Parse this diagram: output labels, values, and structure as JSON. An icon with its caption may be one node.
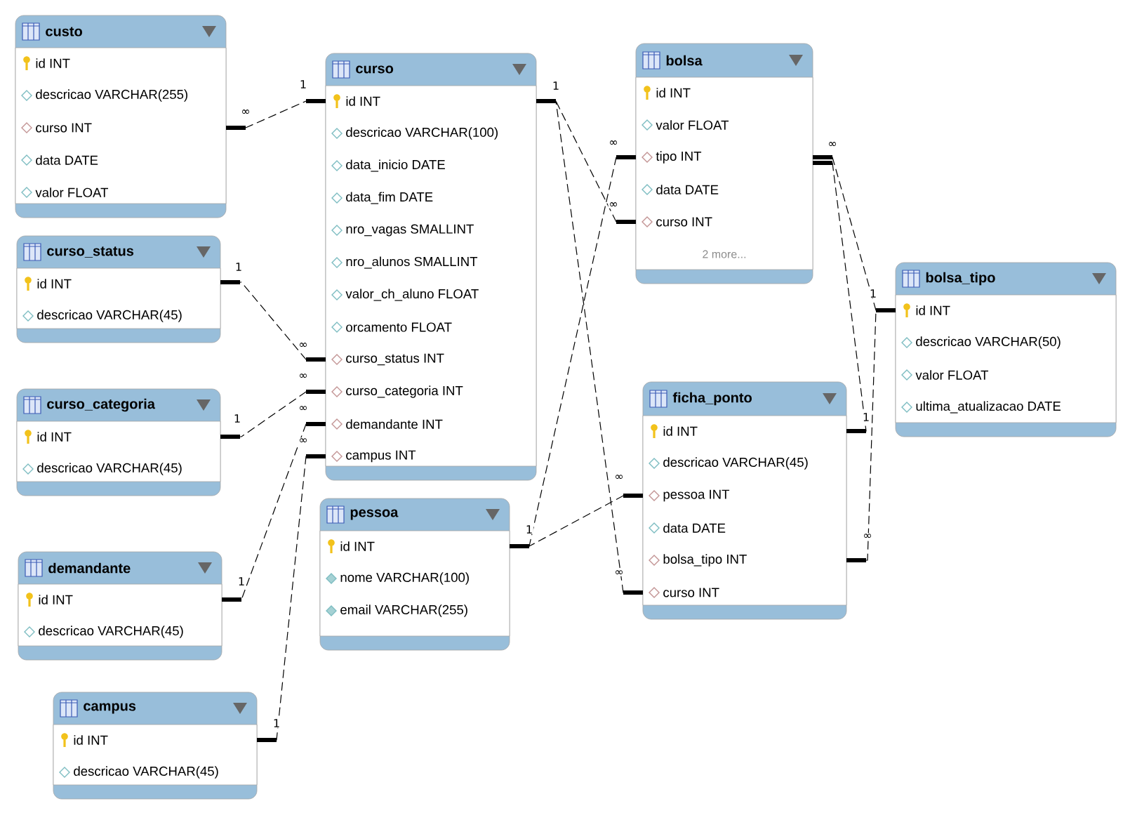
{
  "diagram": {
    "nodes": [
      {
        "text": [
          "custo",
          "id INT",
          "descricao VARCHAR(255)",
          "curso INT",
          "data DATE",
          "valor FLOAT"
        ]
      },
      {
        "text": [
          "curso",
          "id INT",
          "descricao VARCHAR(100)",
          "data_inicio DATE",
          "data_fim DATE",
          "nro_vagas SMALLINT",
          "nro_alunos SMALLINT",
          "valor_ch_aluno FLOAT",
          "orcamento FLOAT",
          "curso_status INT",
          "curso_categoria INT",
          "demandante INT",
          "campus INT"
        ]
      },
      {
        "text": [
          "bolsa",
          "id INT",
          "valor FLOAT",
          "tipo INT",
          "data DATE",
          "curso INT",
          "2 more..."
        ]
      },
      {
        "text": [
          "curso_status",
          "id INT",
          "descricao VARCHAR(45)"
        ]
      },
      {
        "text": [
          "bolsa_tipo",
          "id INT",
          "descricao VARCHAR(50)",
          "valor FLOAT",
          "ultima_atualizacao DATE"
        ]
      },
      {
        "text": [
          "curso_categoria",
          "id INT",
          "descricao VARCHAR(45)"
        ]
      },
      {
        "text": [
          "ficha_ponto",
          "id INT",
          "descricao VARCHAR(45)",
          "pessoa INT",
          "data DATE",
          "bolsa_tipo INT",
          "curso INT"
        ]
      },
      {
        "text": [
          "pessoa",
          "id INT",
          "nome VARCHAR(100)",
          "email VARCHAR(255)"
        ]
      },
      {
        "text": [
          "demandante",
          "id INT",
          "descricao VARCHAR(45)"
        ]
      },
      {
        "text": [
          "campus",
          "id INT",
          "descricao VARCHAR(45)"
        ]
      }
    ],
    "edges": [
      {
        "from": 0,
        "to": 1,
        "arrow": "other",
        "style": "dashed"
      },
      {
        "from": 1,
        "to": 3,
        "arrow": "other",
        "style": "dashed"
      },
      {
        "from": 1,
        "to": 5,
        "arrow": "other",
        "style": "dashed"
      },
      {
        "from": 1,
        "to": 8,
        "arrow": "other",
        "style": "dashed"
      },
      {
        "from": 1,
        "to": 9,
        "arrow": "other",
        "style": "dashed"
      },
      {
        "from": 2,
        "to": 1,
        "arrow": "other",
        "style": "dashed"
      },
      {
        "from": 2,
        "to": 7,
        "arrow": "other",
        "style": "dashed"
      },
      {
        "from": 2,
        "to": 4,
        "arrow": "other",
        "style": "dashed"
      },
      {
        "from": 2,
        "to": 6,
        "arrow": "other",
        "style": "dashed"
      },
      {
        "from": 6,
        "to": 4,
        "arrow": "other",
        "style": "dashed"
      },
      {
        "from": 6,
        "to": 7,
        "arrow": "other",
        "style": "dashed"
      },
      {
        "from": 6,
        "to": 1,
        "arrow": "other",
        "style": "dashed"
      }
    ],
    "labels": [
      "∞",
      "1",
      "1",
      "∞",
      "∞",
      "∞",
      "1",
      "1",
      "∞",
      "∞",
      "1",
      "∞",
      "1",
      "∞",
      "∞",
      "1",
      "∞",
      "∞",
      "1",
      "1"
    ]
  }
}
